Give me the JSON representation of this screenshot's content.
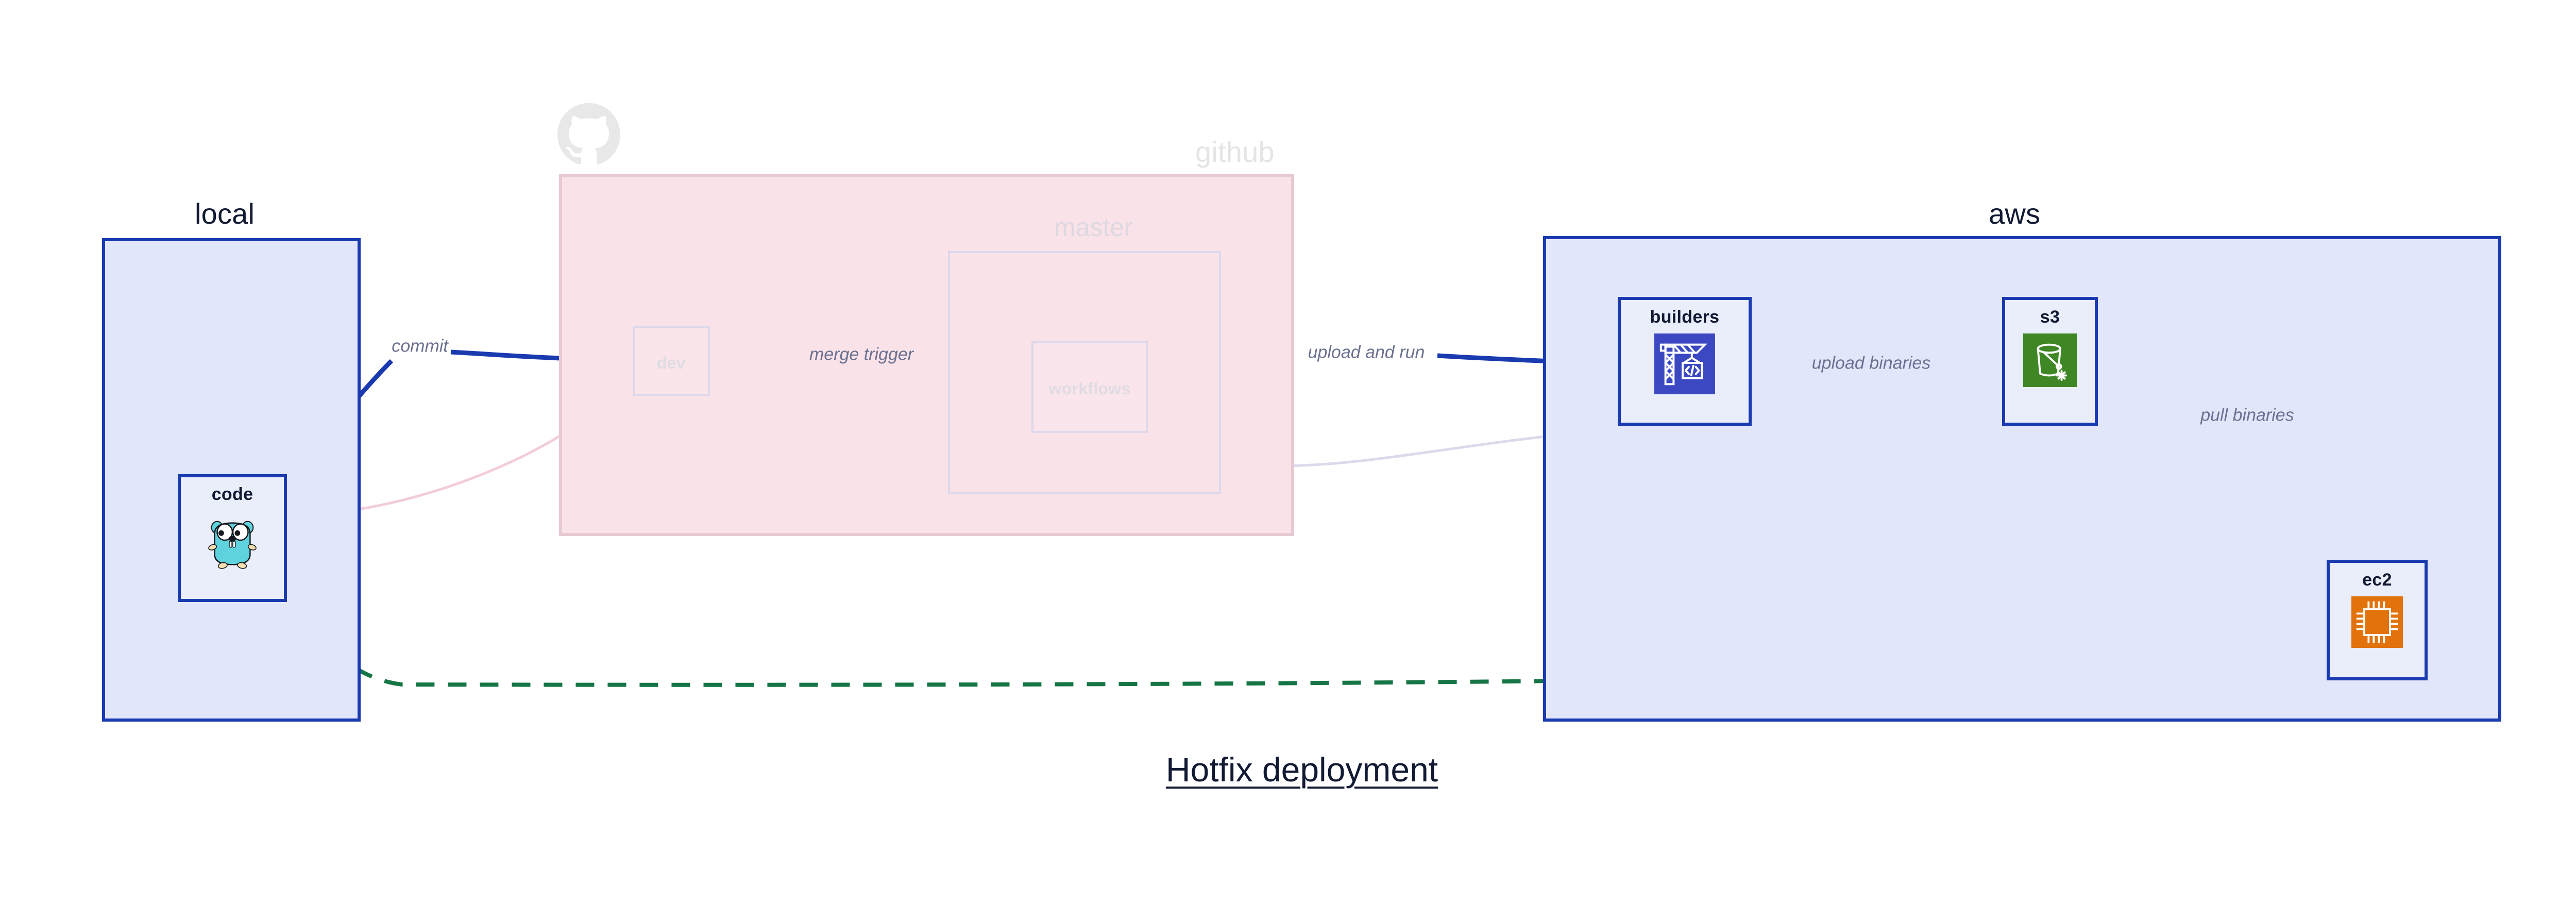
{
  "title": "Hotfix deployment",
  "containers": [
    {
      "id": "local",
      "label": "local",
      "faded": false
    },
    {
      "id": "github",
      "label": "github",
      "faded": true
    },
    {
      "id": "aws",
      "label": "aws",
      "faded": false
    }
  ],
  "subcontainers": [
    {
      "id": "master",
      "label": "master",
      "parent": "github",
      "faded": true
    }
  ],
  "nodes": [
    {
      "id": "code",
      "label": "code",
      "parent": "local",
      "icon": "go-gopher-icon",
      "faded": false
    },
    {
      "id": "dev",
      "label": "dev",
      "parent": "github",
      "icon": "none",
      "faded": true
    },
    {
      "id": "workflows",
      "label": "workflows",
      "parent": "master",
      "icon": "none",
      "faded": true
    },
    {
      "id": "builders",
      "label": "builders",
      "parent": "aws",
      "icon": "crane-code-icon",
      "faded": false
    },
    {
      "id": "s3",
      "label": "s3",
      "parent": "aws",
      "icon": "s3-bucket-icon",
      "faded": false
    },
    {
      "id": "ec2",
      "label": "ec2",
      "parent": "aws",
      "icon": "cpu-chip-icon",
      "faded": false
    }
  ],
  "edges": [
    {
      "id": "commit",
      "from": "code",
      "to": "dev",
      "label": "commit",
      "style": "solid",
      "color": "#1a3ab0",
      "faded": false
    },
    {
      "id": "merge-trigger",
      "from": "dev",
      "to": "workflows",
      "label": "merge trigger",
      "style": "solid",
      "color": "#1a3ab0",
      "faded": false
    },
    {
      "id": "upload-and-run",
      "from": "workflows",
      "to": "builders",
      "label": "upload and run",
      "style": "solid",
      "color": "#1a3ab0",
      "faded": false
    },
    {
      "id": "upload-binaries",
      "from": "builders",
      "to": "s3",
      "label": "upload binaries",
      "style": "solid",
      "color": "#1a3ab0",
      "faded": false
    },
    {
      "id": "pull-binaries",
      "from": "s3",
      "to": "ec2",
      "label": "pull binaries",
      "style": "solid",
      "color": "#1a3ab0",
      "faded": false
    },
    {
      "id": "hotfix-direct",
      "from": "code",
      "to": "ec2",
      "label": "",
      "style": "dashed",
      "color": "#157544",
      "faded": false
    },
    {
      "id": "ghost-code-dev",
      "from": "code",
      "to": "dev",
      "label": "",
      "style": "solid",
      "color": "#f4d9e0",
      "faded": true
    },
    {
      "id": "ghost-dev-wf",
      "from": "dev",
      "to": "workflows",
      "label": "",
      "style": "solid",
      "color": "#ded8ea",
      "faded": true
    },
    {
      "id": "ghost-wf-build",
      "from": "workflows",
      "to": "builders",
      "label": "",
      "style": "solid",
      "color": "#ded8ea",
      "faded": true
    }
  ],
  "logos": [
    {
      "id": "github-octocat",
      "name": "github-logo-icon"
    }
  ],
  "colors": {
    "container_fill": "#e1e6fa",
    "container_stroke": "#1a3ab0",
    "github_fill": "#f9e2e8",
    "node_fill": "#eaeefb",
    "edge_blue": "#1a3ab0",
    "edge_green": "#157544",
    "label_text": "#6b7190",
    "title_text": "#121a33",
    "builders_icon_bg": "#3b48c2",
    "s3_icon_bg": "#3f8624",
    "ec2_icon_bg": "#e2730c",
    "gopher_body": "#5ed3de"
  }
}
